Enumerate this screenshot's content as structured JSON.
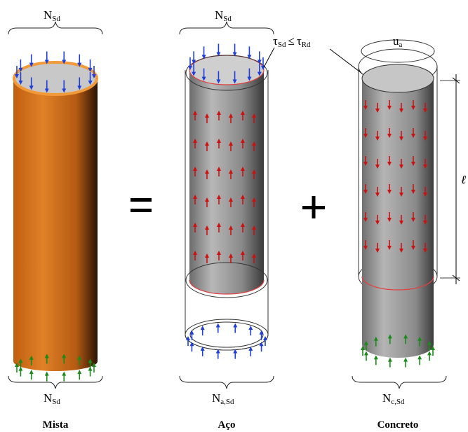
{
  "panels": {
    "mista": {
      "caption": "Mista",
      "top_load": {
        "base": "N",
        "sub": "Sd"
      },
      "bottom_load": {
        "base": "N",
        "sub": "Sd"
      }
    },
    "aco": {
      "caption": "Aço",
      "top_load": {
        "base": "N",
        "sub": "Sd"
      },
      "bottom_load": {
        "base": "N",
        "sub": "a,Sd"
      },
      "bond_condition": {
        "lhs": "τ",
        "lhs_sub": "Sd",
        "op": "≤",
        "rhs": "τ",
        "rhs_sub": "Rd"
      }
    },
    "concreto": {
      "caption": "Concreto",
      "perimeter": {
        "base": "u",
        "sub": "a"
      },
      "length": "ℓ",
      "bottom_load": {
        "base": "N",
        "sub": "c,Sd"
      }
    }
  },
  "operators": {
    "equals": "=",
    "plus": "+"
  },
  "colors": {
    "composite_tube": "#d4731a",
    "composite_rim": "#f29a3a",
    "steel_tube": "#8a8a8a",
    "concrete_core": "#8f8f8f",
    "top_load_arrows": "#1f3fd8",
    "bond_arrows": "#cc1111",
    "bottom_reaction_arrows": "#1a8a1a"
  }
}
